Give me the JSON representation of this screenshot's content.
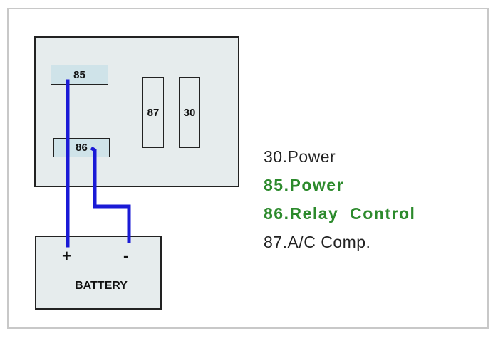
{
  "relay": {
    "pins": {
      "p85": "85",
      "p86": "86",
      "p87": "87",
      "p30": "30"
    }
  },
  "battery": {
    "label": "BATTERY",
    "positive": "+",
    "negative": "-"
  },
  "legend": [
    {
      "text": "30.Power",
      "color": "#222222"
    },
    {
      "text": "85.Power",
      "color": "#2c8a2c"
    },
    {
      "text": "86.Relay  Control",
      "color": "#2c8a2c"
    },
    {
      "text": "87.A/C Comp.",
      "color": "#222222"
    }
  ],
  "colors": {
    "wire": "#1a1ad6",
    "box_fill": "#e6eced",
    "pin_fill": "#cfe3e9",
    "frame": "#c8c8c8"
  }
}
